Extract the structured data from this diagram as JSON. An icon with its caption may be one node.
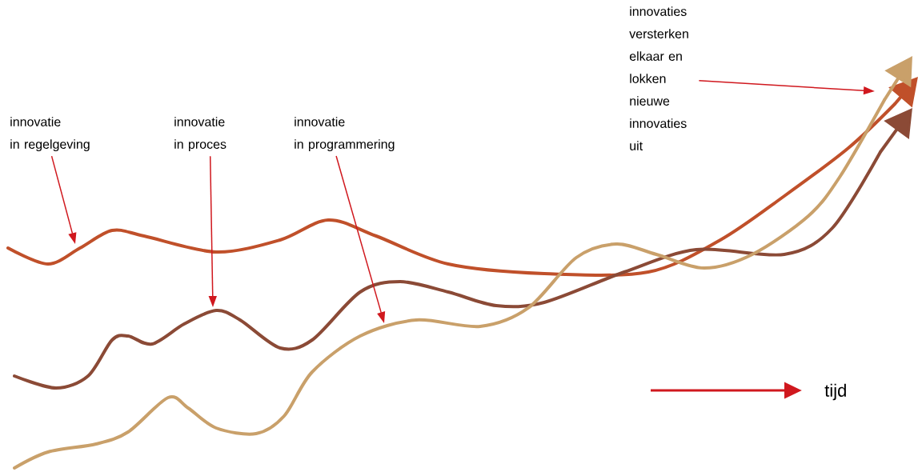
{
  "diagram": {
    "nodes": [
      {
        "text": [
          "innovatie in regelgeving"
        ]
      },
      {
        "text": [
          "innovatie in proces"
        ]
      },
      {
        "text": [
          "innovatie in programmering"
        ]
      },
      {
        "text": [
          "innovaties versterken elkaar en lokken nieuwe innovaties uit"
        ]
      }
    ],
    "edges": [
      {
        "from": 0,
        "to": null,
        "arrow": "to"
      },
      {
        "from": 1,
        "to": null,
        "arrow": "to"
      },
      {
        "from": 2,
        "to": null,
        "arrow": "to"
      },
      {
        "from": 3,
        "to": null,
        "arrow": "to"
      }
    ],
    "labels": [
      "tijd"
    ]
  }
}
